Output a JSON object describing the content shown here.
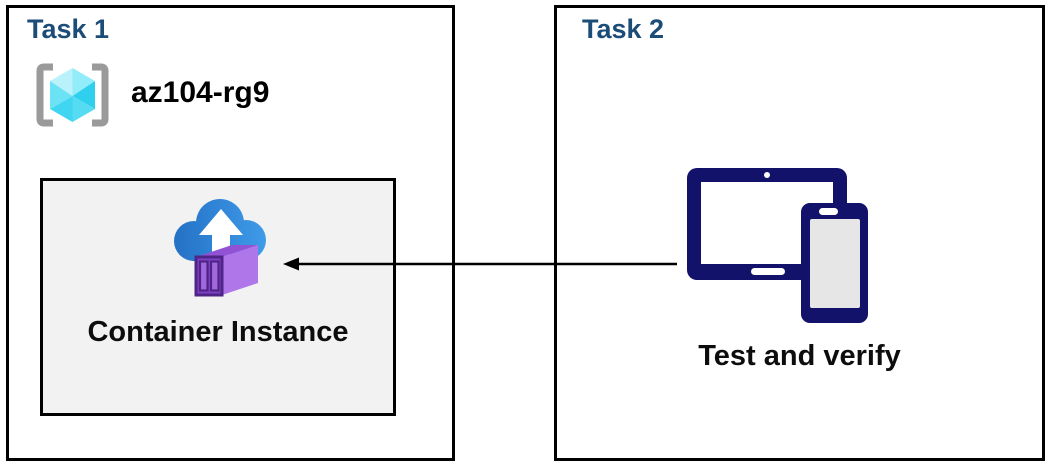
{
  "diagram": {
    "background": "#ffffff",
    "task1": {
      "title": "Task 1",
      "resource_group": {
        "icon": "resource-group-icon",
        "name": "az104-rg9"
      },
      "container_box": {
        "icon": "container-instance-icon",
        "label": "Container Instance",
        "fill": "#f2f2f2",
        "border": "#000000"
      }
    },
    "task2": {
      "title": "Task 2",
      "icon": "tablet-and-phone-icon",
      "label": "Test and verify"
    },
    "arrow": {
      "direction": "right-to-left",
      "from": "tablet-and-phone-icon",
      "to": "container-instance-icon",
      "color": "#000000"
    },
    "colors": {
      "task_title": "#1c4c78",
      "panel_border": "#000000",
      "device_navy": "#12126b",
      "device_screen_gray": "#e6e6e6",
      "cloud_blue_dark": "#2471c6",
      "cloud_blue_light": "#3f9be8",
      "container_purple_front": "#7e41c6",
      "container_purple_side": "#af76e9",
      "container_purple_top": "#9152d4",
      "container_purple_frame": "#4f2487",
      "cube_cyan": "#2ed0ee",
      "bracket_gray": "#9a9a9a"
    }
  }
}
